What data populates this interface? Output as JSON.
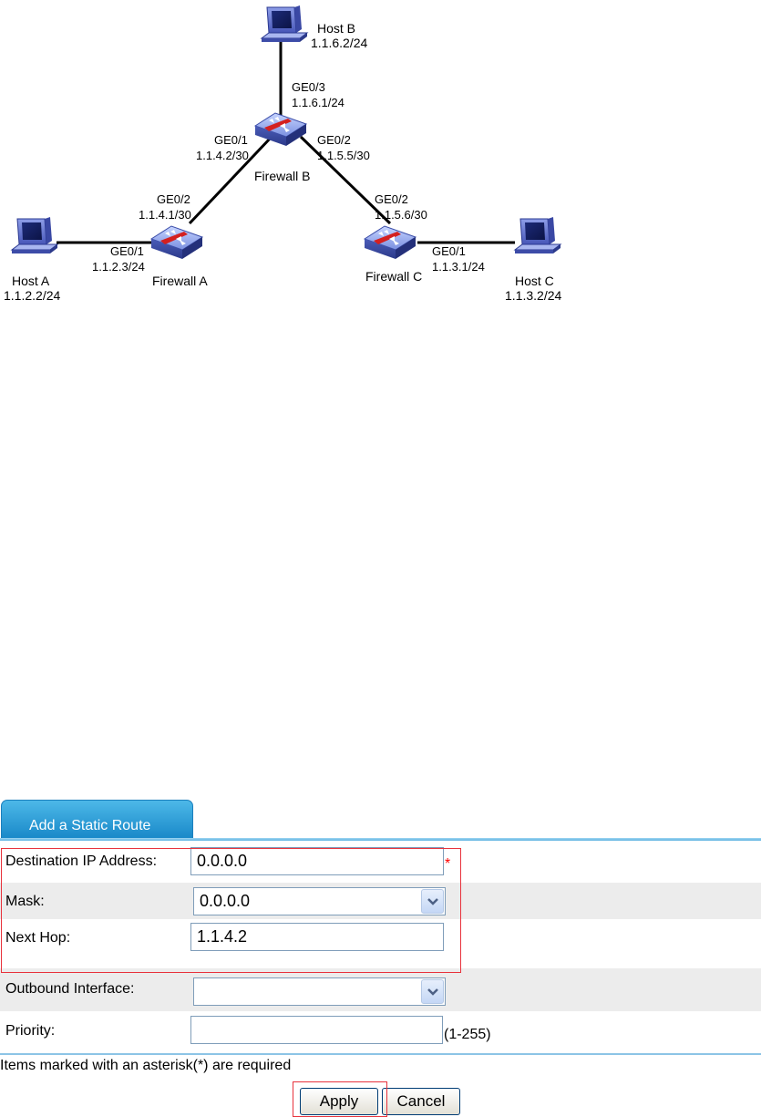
{
  "diagram": {
    "hosts": {
      "a": {
        "name": "Host A",
        "ip": "1.1.2.2/24"
      },
      "b": {
        "name": "Host B",
        "ip": "1.1.6.2/24"
      },
      "c": {
        "name": "Host C",
        "ip": "1.1.3.2/24"
      }
    },
    "firewalls": {
      "a": {
        "name": "Firewall  A"
      },
      "b": {
        "name": "Firewall B"
      },
      "c": {
        "name": "Firewall C"
      }
    },
    "interfaces": {
      "fwa_ge01": {
        "port": "GE0/1",
        "ip": "1.1.2.3/24"
      },
      "fwa_ge02": {
        "port": "GE0/2",
        "ip": "1.1.4.1/30"
      },
      "fwb_ge01": {
        "port": "GE0/1",
        "ip": "1.1.4.2/30"
      },
      "fwb_ge02": {
        "port": "GE0/2",
        "ip": "1.1.5.5/30"
      },
      "fwb_ge03": {
        "port": "GE0/3",
        "ip": "1.1.6.1/24"
      },
      "fwc_ge02": {
        "port": "GE0/2",
        "ip": "1.1.5.6/30"
      },
      "fwc_ge01": {
        "port": "GE0/1",
        "ip": "1.1.3.1/24"
      }
    }
  },
  "form": {
    "tab_label": "Add a Static Route",
    "fields": {
      "dest_ip": {
        "label": "Destination IP Address:",
        "value": "0.0.0.0",
        "required_mark": "*"
      },
      "mask": {
        "label": "Mask:",
        "value": "0.0.0.0"
      },
      "next_hop": {
        "label": "Next Hop:",
        "value": "1.1.4.2"
      },
      "out_iface": {
        "label": "Outbound Interface:",
        "value": ""
      },
      "priority": {
        "label": "Priority:",
        "value": "",
        "hint": "(1-255)"
      }
    },
    "required_note": "Items marked with an asterisk(*) are required",
    "buttons": {
      "apply": "Apply",
      "cancel": "Cancel"
    }
  },
  "colors": {
    "tab": "#2a9ad6",
    "highlight_box": "#e8323c",
    "row_shade": "#ececec",
    "firewall_body": "#5a6fc8",
    "firewall_band": "#d42020"
  }
}
